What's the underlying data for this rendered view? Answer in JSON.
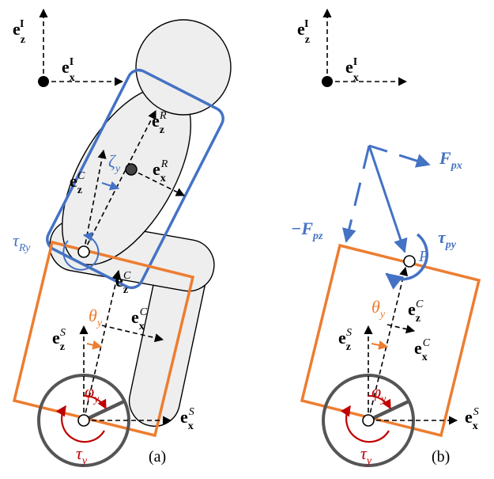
{
  "colors": {
    "blue": "#4472C4",
    "orange": "#ED7D31",
    "red": "#C00000",
    "dark_gray": "#555555",
    "black": "#000000",
    "body_fill": "#eeeeee"
  },
  "labels": {
    "e": "e",
    "inertial_sup": "I",
    "rider_sup": "R",
    "chassis_sup": "C",
    "wheel_sup": "S",
    "sub_z": "z",
    "sub_x": "x",
    "zeta": "ζ",
    "theta": "θ",
    "phi": "φ",
    "tau": "τ",
    "sub_y": "y",
    "sub_Ry": "Ry",
    "force_px": "F",
    "force_px_sub": "px",
    "force_pz_prefix": "−F",
    "force_pz_sub": "pz",
    "torque_py_sub": "py",
    "point_p": "P"
  },
  "panels": {
    "a": "(a)",
    "b": "(b)"
  }
}
